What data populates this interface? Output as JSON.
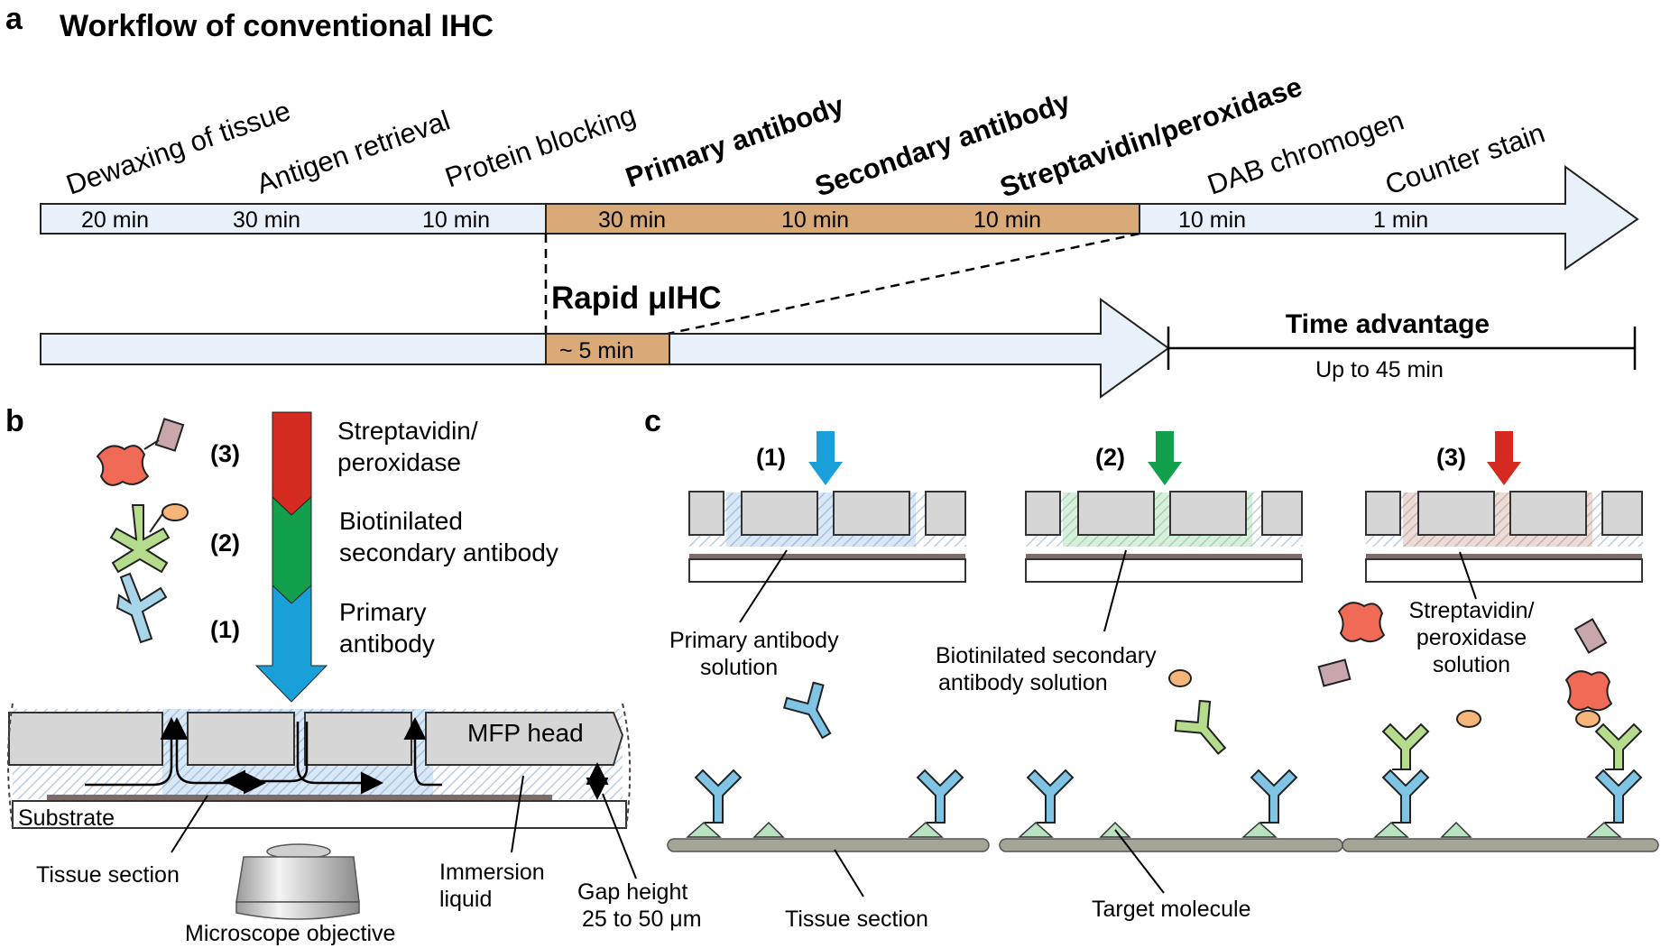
{
  "panel_a": {
    "letter": "a",
    "title": "Workflow of conventional IHC",
    "steps": [
      {
        "label": "Dewaxing of tissue",
        "time": "20 min",
        "bold": false
      },
      {
        "label": "Antigen retrieval",
        "time": "30 min",
        "bold": false
      },
      {
        "label": "Protein blocking",
        "time": "10 min",
        "bold": false
      },
      {
        "label": "Primary antibody",
        "time": "30 min",
        "bold": true
      },
      {
        "label": "Secondary antibody",
        "time": "10 min",
        "bold": true
      },
      {
        "label": "Streptavidin/peroxidase",
        "time": "10 min",
        "bold": true
      },
      {
        "label": "DAB chromogen",
        "time": "10 min",
        "bold": false
      },
      {
        "label": "Counter stain",
        "time": "1 min",
        "bold": false
      }
    ],
    "rapid_title": "Rapid μIHC",
    "rapid_time": "~ 5 min",
    "advantage_title": "Time advantage",
    "advantage_value": "Up to 45 min"
  },
  "panel_b": {
    "letter": "b",
    "reagents": [
      {
        "num": "(3)",
        "line1": "Streptavidin/",
        "line2": "peroxidase"
      },
      {
        "num": "(2)",
        "line1": "Biotinilated",
        "line2": "secondary antibody"
      },
      {
        "num": "(1)",
        "line1": "Primary",
        "line2": "antibody"
      }
    ],
    "mfp_head": "MFP head",
    "substrate": "Substrate",
    "tissue_section": "Tissue section",
    "immersion_1": "Immersion",
    "immersion_2": "liquid",
    "gap_1": "Gap height",
    "gap_2": "25 to 50 μm",
    "objective": "Microscope objective"
  },
  "panel_c": {
    "letter": "c",
    "stages": [
      {
        "num": "(1)",
        "lines": [
          "Primary antibody",
          "solution"
        ]
      },
      {
        "num": "(2)",
        "lines": [
          "Biotinilated secondary",
          "antibody solution"
        ]
      },
      {
        "num": "(3)",
        "lines": [
          "Streptavidin/",
          "peroxidase",
          "solution"
        ]
      }
    ],
    "tissue_section": "Tissue section",
    "target_molecule": "Target molecule"
  },
  "colors": {
    "brown": "#d9aa78",
    "light_blue": "#e8f1fa",
    "red": "#d42a1f",
    "green": "#13a04d",
    "blue": "#1aa0d8",
    "gray": "#d6d6d6"
  }
}
